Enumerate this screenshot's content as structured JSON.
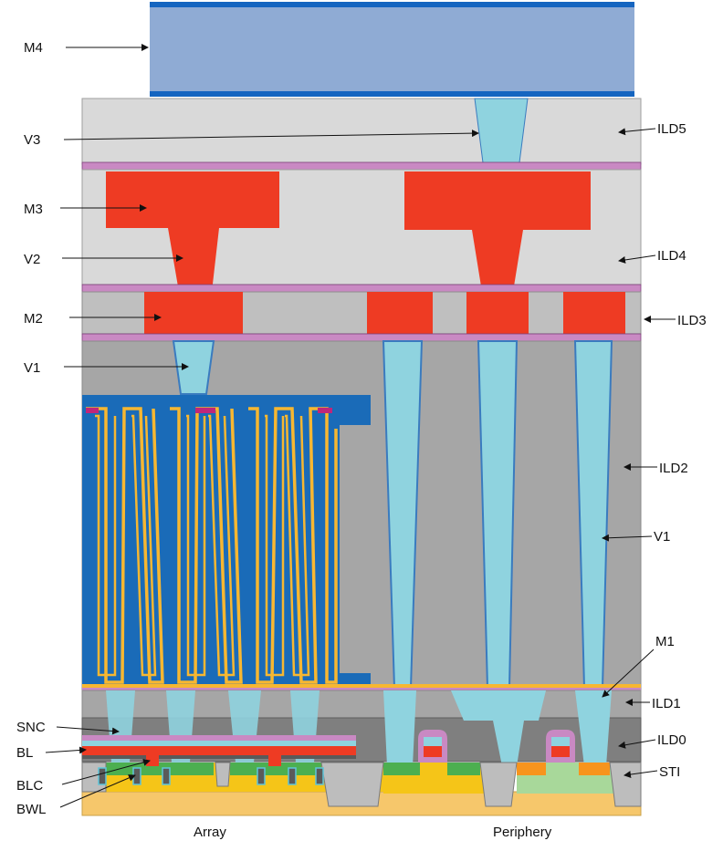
{
  "labels_left": {
    "m4": "M4",
    "v3": "V3",
    "m3": "M3",
    "v2": "V2",
    "m2": "M2",
    "v1": "V1",
    "snc": "SNC",
    "bl": "BL",
    "blc": "BLC",
    "bwl": "BWL"
  },
  "labels_right": {
    "ild5": "ILD5",
    "ild4": "ILD4",
    "ild3": "ILD3",
    "ild2": "ILD2",
    "v1": "V1",
    "m1": "M1",
    "ild1": "ILD1",
    "ild0": "ILD0",
    "sti": "STI"
  },
  "regions": {
    "array": "Array",
    "periphery": "Periphery"
  },
  "colors": {
    "metal4": "#8fabd4",
    "metal4_edge": "#1565c0",
    "ild_light": "#d9d9d9",
    "ild2": "#a6a6a6",
    "ild0": "#7f7f7f",
    "metal_red": "#ee3b23",
    "via": "#8fd3df",
    "capacitor_plate": "#1a6bb8",
    "capacitor_liner": "#f7b731",
    "etch_stop": "#c989c3",
    "active_green": "#4caf50",
    "substrate_yellow": "#f5c518",
    "substrate_base": "#f6c76b",
    "well_green": "#a8d89a",
    "well_orange": "#f7941d"
  }
}
